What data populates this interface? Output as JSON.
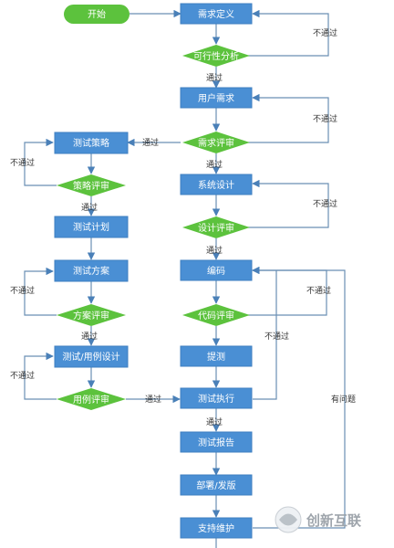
{
  "colors": {
    "process": "#4a8fd4",
    "process_border": "#3f7fc0",
    "decision": "#5cc23d",
    "start": "#5cc23d",
    "line": "#6a8fb4",
    "arrow": "#4a80b8"
  },
  "nodes": {
    "start": "开始",
    "requirement_definition": "需求定义",
    "feasibility_analysis": "可行性分析",
    "user_requirement": "用户需求",
    "requirement_review": "需求评审",
    "system_design": "系统设计",
    "design_review": "设计评审",
    "coding": "编码",
    "code_review": "代码评审",
    "submit_test": "提测",
    "test_execution": "测试执行",
    "test_report": "测试报告",
    "deploy_release": "部署/发版",
    "support_maintenance": "支持维护",
    "test_strategy": "测试策略",
    "strategy_review": "策略评审",
    "test_plan": "测试计划",
    "test_scheme": "测试方案",
    "scheme_review": "方案评审",
    "test_case_design": "测试/用例设计",
    "case_review": "用例评审"
  },
  "edge_labels": {
    "fail_feasibility": "不通过",
    "pass_feasibility": "通过",
    "fail_user_req": "不通过",
    "pass_req_review_to_strategy": "通过",
    "pass_req_review_down": "通过",
    "fail_strategy": "不通过",
    "pass_strategy": "通过",
    "fail_system_design": "不通过",
    "pass_design_review": "通过",
    "fail_scheme": "不通过",
    "pass_scheme": "通过",
    "fail_code_review": "不通过",
    "fail_code_review_2": "不通过",
    "fail_case": "不通过",
    "pass_case_to_execution": "通过",
    "issue_found": "有问题",
    "pass_execution": "通过"
  },
  "watermark": {
    "text": "创新互联"
  }
}
